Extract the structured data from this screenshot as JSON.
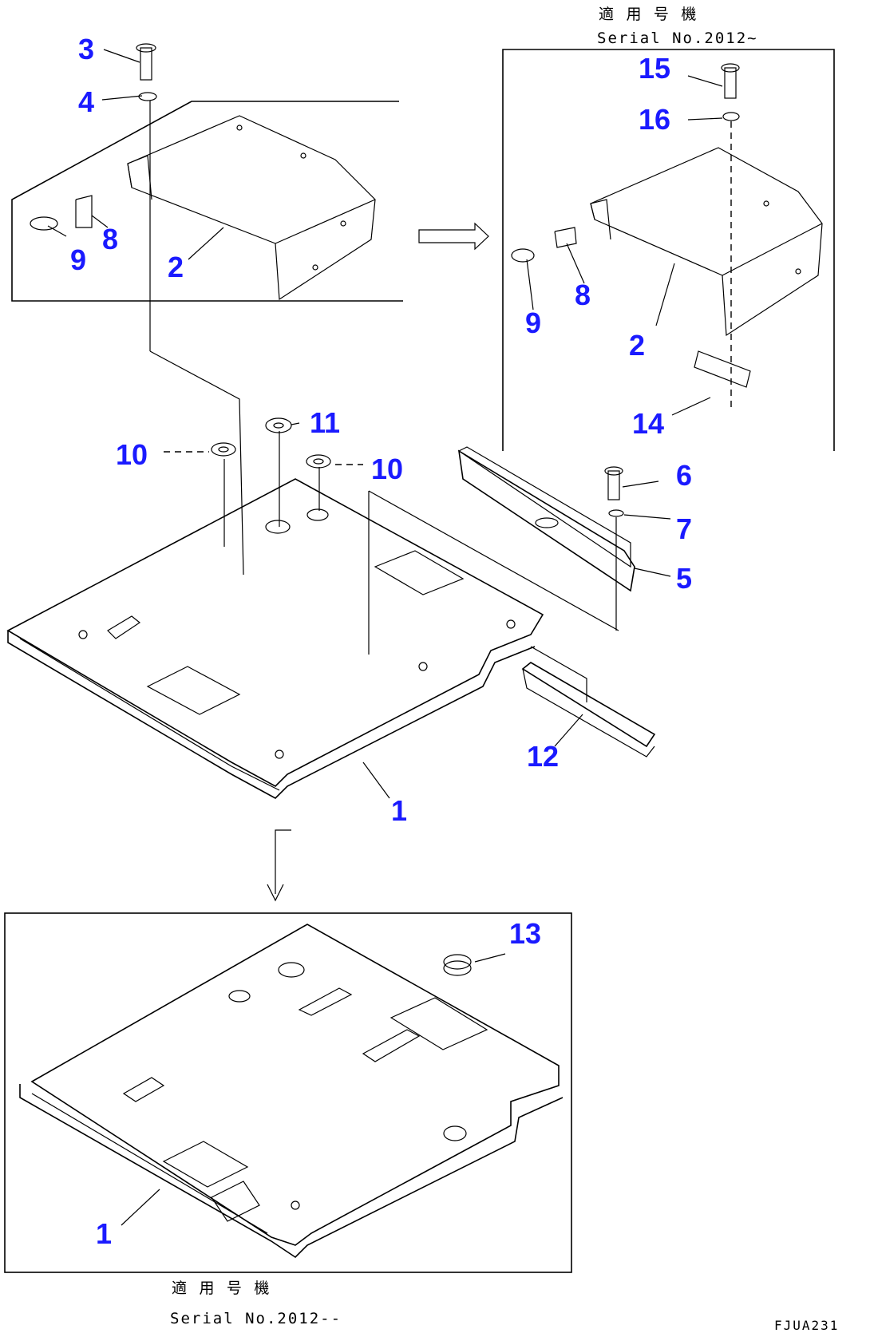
{
  "header_note": {
    "line1": "適 用 号 機",
    "line2": "Serial No.2012~"
  },
  "footer_note": {
    "line1": "適 用 号 機",
    "line2": "Serial No.2012--"
  },
  "drawing_code": "FJUA231",
  "callouts": {
    "c3": "3",
    "c4": "4",
    "c8a": "8",
    "c9a": "9",
    "c2a": "2",
    "c15": "15",
    "c16": "16",
    "c8b": "8",
    "c9b": "9",
    "c2b": "2",
    "c14": "14",
    "c10a": "10",
    "c11": "11",
    "c10b": "10",
    "c6": "6",
    "c7": "7",
    "c5": "5",
    "c12": "12",
    "c1a": "1",
    "c13": "13",
    "c1b": "1"
  },
  "colors": {
    "callout": "#1a1aff",
    "line": "#000000",
    "background": "#ffffff"
  }
}
